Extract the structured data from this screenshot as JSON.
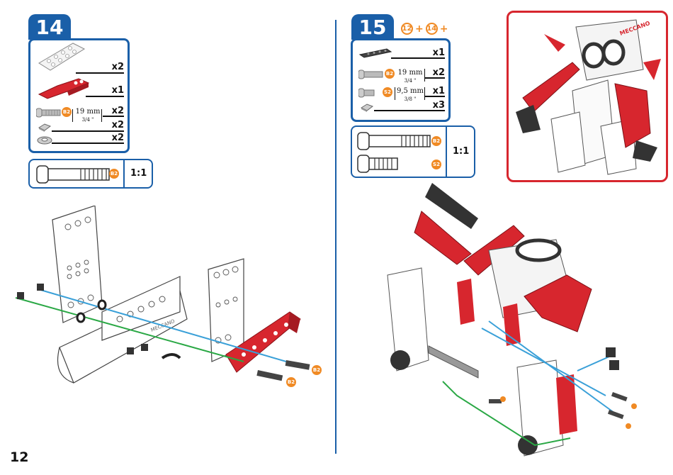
{
  "page": {
    "number": "12"
  },
  "step14": {
    "number": "14",
    "parts": [
      {
        "name": "perforated-panel",
        "qty": "x2"
      },
      {
        "name": "red-bracket",
        "qty": "x1"
      },
      {
        "name": "screw-19mm",
        "qty": "x2",
        "length": "19 mm",
        "inch": "3/4 \""
      },
      {
        "name": "nut",
        "qty": "x2"
      },
      {
        "name": "washer",
        "qty": "x2"
      }
    ],
    "scale": {
      "badge": "B2",
      "ratio": "1:1"
    },
    "badges": {
      "screw": "B2",
      "callout1": "B2",
      "callout2": "B2"
    }
  },
  "step15": {
    "number": "15",
    "prev_steps": {
      "a": "12",
      "plus1": "+",
      "b": "14",
      "plus2": "+"
    },
    "parts": [
      {
        "name": "black-strip",
        "qty": "x1"
      },
      {
        "name": "screw-19mm",
        "qty": "x2",
        "length": "19 mm",
        "inch": "3/4 \"",
        "badge": "B2"
      },
      {
        "name": "screw-9.5mm",
        "qty": "x1",
        "length": "9,5 mm",
        "inch": "3/8 \"",
        "badge": "S2"
      },
      {
        "name": "nut",
        "qty": "x3"
      }
    ],
    "scale": {
      "badge1": "B2",
      "badge2": "S2",
      "ratio": "1:1"
    }
  },
  "robot_preview": {
    "brand": "MECCANO"
  },
  "colors": {
    "blue": "#1a5fa8",
    "orange": "#f08a24",
    "red": "#d7262e"
  }
}
